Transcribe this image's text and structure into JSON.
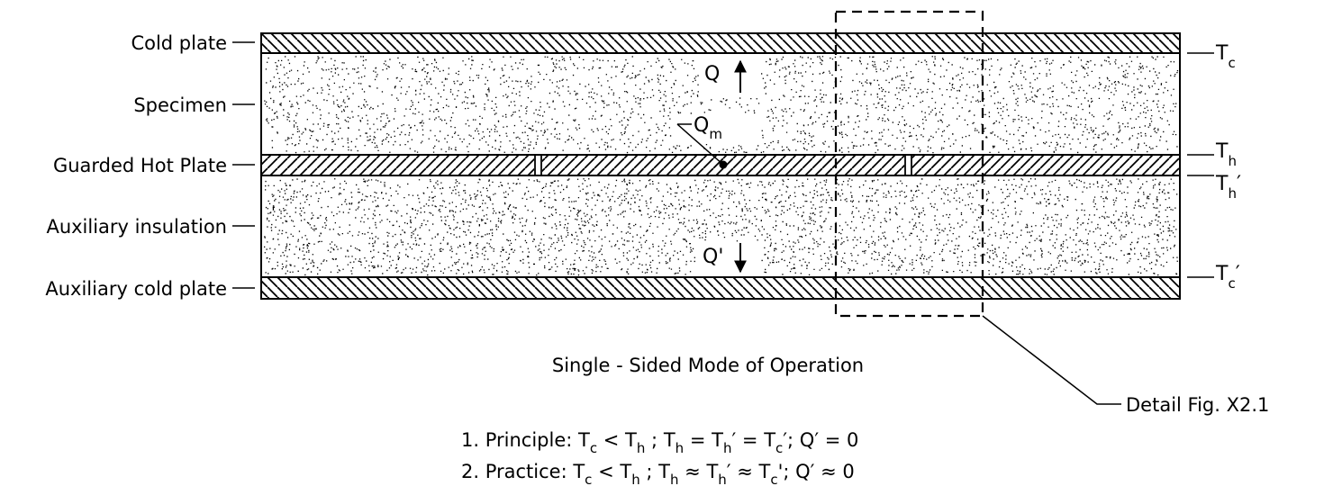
{
  "layers": {
    "cold_plate": "Cold plate",
    "specimen": "Specimen",
    "guarded_hot_plate": "Guarded Hot Plate",
    "auxiliary_insulation": "Auxiliary insulation",
    "auxiliary_cold_plate": "Auxiliary cold plate"
  },
  "temperatures": [
    {
      "main": "T",
      "sub": "c",
      "prime": ""
    },
    {
      "main": "T",
      "sub": "h",
      "prime": ""
    },
    {
      "main": "T",
      "sub": "h",
      "prime": "′"
    },
    {
      "main": "T",
      "sub": "c",
      "prime": "′"
    }
  ],
  "flows": {
    "q": "Q",
    "qm_main": "Q",
    "qm_sub": "m",
    "q_prime": "Q'"
  },
  "detail_label": "Detail Fig. X2.1",
  "caption": "Single - Sided Mode of Operation",
  "equations": {
    "line1": {
      "prefix": "1. Principle: ",
      "a": "T",
      "a_sub": "c",
      "op1": " < ",
      "b": "T",
      "b_sub": "h",
      "sep1": " ;  ",
      "c": "T",
      "c_sub": "h",
      "op2": " = ",
      "d": "T",
      "d_sub": "h",
      "d_prime": "′",
      "op3": " = ",
      "e": "T",
      "e_sub": "c",
      "e_prime": "′",
      "tail": "; Q′ = 0"
    },
    "line2": {
      "prefix": "2. Practice:  ",
      "a": "T",
      "a_sub": "c",
      "op1": " < ",
      "b": "T",
      "b_sub": "h",
      "sep1": " ;  ",
      "c": "T",
      "c_sub": "h",
      "op2": " ≈ ",
      "d": "T",
      "d_sub": "h",
      "d_prime": "′",
      "op3": " ≈ ",
      "e": "T",
      "e_sub": "c",
      "e_prime": "'",
      "tail": "; Q′ ≈ 0"
    }
  }
}
